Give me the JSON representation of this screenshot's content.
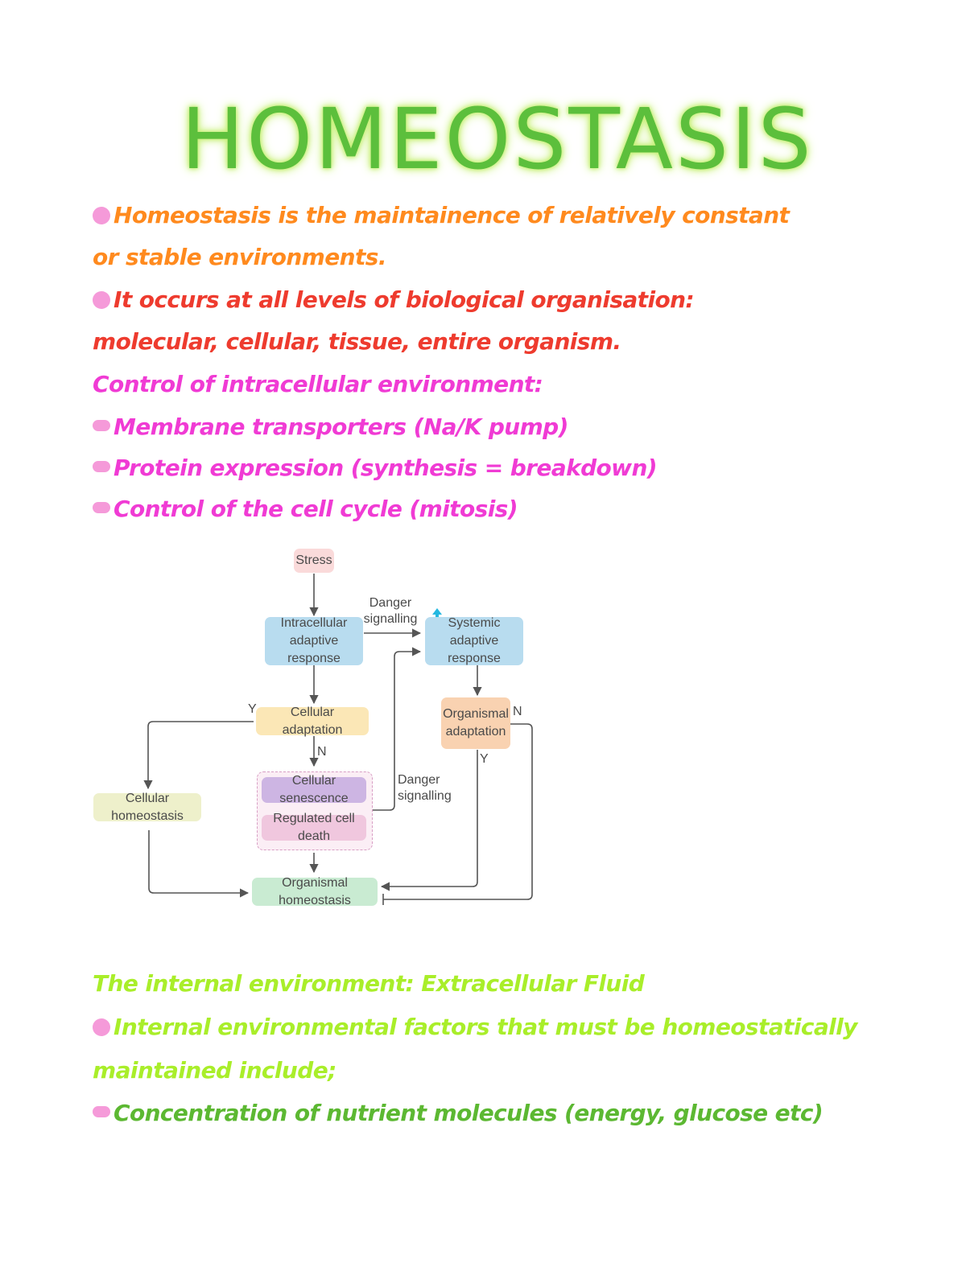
{
  "title": "HOMEOSTASIS",
  "notes": {
    "definition_1": "Homeostasis is the maintainence of relatively constant",
    "definition_2": "or stable environments.",
    "levels_1": "It occurs at all levels of biological organisation:",
    "levels_2": "molecular, cellular, tissue, entire organism.",
    "intracellular_heading": "Control of intracellular environment:",
    "intracellular_items": [
      "Membrane transporters (Na/K pump)",
      "Protein expression (synthesis = breakdown)",
      "Control of the cell cycle (mitosis)"
    ],
    "extracellular_heading": "The internal environment: Extracellular Fluid",
    "internal_factors_1": "Internal environmental factors that must be homeostatically",
    "internal_factors_2": "maintained include;",
    "nutrient_item": "Concentration of nutrient molecules (energy, glucose etc)"
  },
  "diagram": {
    "stress": "Stress",
    "intracellular": [
      "Intracellular",
      "adaptive response"
    ],
    "systemic": [
      "Systemic",
      "adaptive response"
    ],
    "danger_signalling_top": [
      "Danger",
      "signalling"
    ],
    "cellular_adaptation": "Cellular adaptation",
    "organismal_adaptation": [
      "Organismal",
      "adaptation"
    ],
    "cellular_homeostasis": "Cellular homeostasis",
    "cellular_senescence": "Cellular senescence",
    "regulated_cell_death": "Regulated cell death",
    "danger_signalling_mid": [
      "Danger",
      "signalling"
    ],
    "organismal_homeostasis": "Organismal homeostasis",
    "label_y1": "Y",
    "label_n1": "N",
    "label_n2": "N",
    "label_y2": "Y",
    "colors": {
      "stress": "#fadada",
      "intracellular": "#b8dcef",
      "systemic": "#b8dcef",
      "cellular_adaptation": "#fbe7b6",
      "organismal_adaptation": "#f9d2b1",
      "cellular_homeostasis": "#eef0cb",
      "senescence": "#cdb5e3",
      "cell_death": "#f0c7de",
      "organismal_homeostasis": "#c9ebd2",
      "arrow": "#555555",
      "cyan_mark": "#24b8e0"
    }
  }
}
